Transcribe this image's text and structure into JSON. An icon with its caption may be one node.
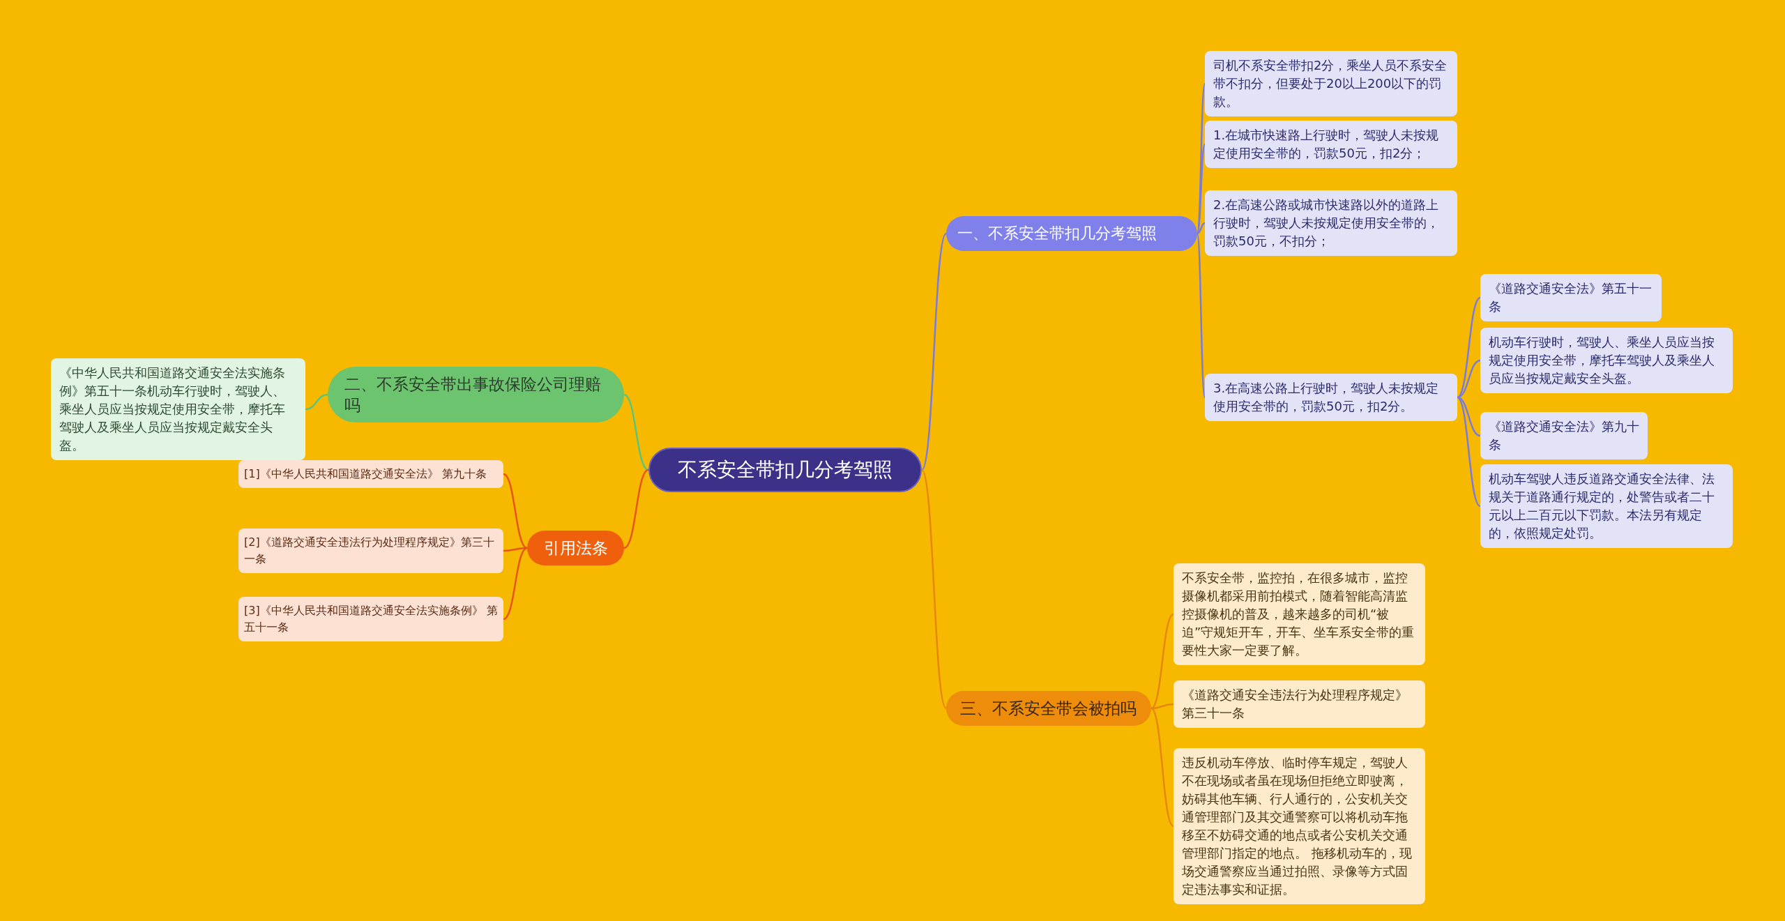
{
  "diagram": {
    "nodes": [
      {
        "text": [
          "不系安全带扣几分考驾照"
        ]
      },
      {
        "text": [
          "一、不系安全带扣几分考驾照"
        ]
      },
      {
        "text": [
          "司机不系安全带扣2分，乘坐人员不系安全带不扣分，但要处于20以上200以下的罚款。"
        ]
      },
      {
        "text": [
          "1.在城市快速路上行驶时，驾驶人未按规定使用安全带的，罚款50元，扣2分；"
        ]
      },
      {
        "text": [
          "2.在高速公路或城市快速路以外的道路上行驶时，驾驶人未按规定使用安全带的，罚款50元，不扣分；"
        ]
      },
      {
        "text": [
          "3.在高速公路上行驶时，驾驶人未按规定使用安全带的，罚款50元，扣2分。"
        ]
      },
      {
        "text": [
          "《道路交通安全法》第五十一条"
        ]
      },
      {
        "text": [
          "机动车行驶时，驾驶人、乘坐人员应当按规定使用安全带，摩托车驾驶人及乘坐人员应当按规定戴安全头盔。"
        ]
      },
      {
        "text": [
          "《道路交通安全法》第九十条"
        ]
      },
      {
        "text": [
          "机动车驾驶人违反道路交通安全法律、法规关于道路通行规定的，处警告或者二十元以上二百元以下罚款。本法另有规定的，依照规定处罚。"
        ]
      },
      {
        "text": [
          "二、不系安全带出事故保险公司理赔吗"
        ]
      },
      {
        "text": [
          "《中华人民共和国道路交通安全法实施条例》第五十一条机动车行驶时，驾驶人、乘坐人员应当按规定使用安全带，摩托车驾驶人及乘坐人员应当按规定戴安全头盔。"
        ]
      },
      {
        "text": [
          "引用法条"
        ]
      },
      {
        "text": [
          "[1]《中华人民共和国道路交通安全法》 第九十条"
        ]
      },
      {
        "text": [
          "[2]《道路交通安全违法行为处理程序规定》第三十一条"
        ]
      },
      {
        "text": [
          "[3]《中华人民共和国道路交通安全法实施条例》 第五十一条"
        ]
      },
      {
        "text": [
          "三、不系安全带会被拍吗"
        ]
      },
      {
        "text": [
          "不系安全带，监控拍，在很多城市，监控摄像机都采用前拍模式，随着智能高清监控摄像机的普及，越来越多的司机“被迫”守规矩开车，开车、坐车系安全带的重要性大家一定要了解。"
        ]
      },
      {
        "text": [
          "《道路交通安全违法行为处理程序规定》第三十一条"
        ]
      },
      {
        "text": [
          "违反机动车停放、临时停车规定，驾驶人不在现场或者虽在现场但拒绝立即驶离，妨碍其他车辆、行人通行的，公安机关交通管理部门及其交通警察可以将机动车拖移至不妨碍交通的地点或者公安机关交通管理部门指定的地点。 拖移机动车的，现场交通警察应当通过拍照、录像等方式固定违法事实和证据。"
        ]
      }
    ],
    "edges": [
      {
        "from": 0,
        "to": 1,
        "arrow": "none"
      },
      {
        "from": 1,
        "to": 2,
        "arrow": "none"
      },
      {
        "from": 1,
        "to": 3,
        "arrow": "none"
      },
      {
        "from": 1,
        "to": 4,
        "arrow": "none"
      },
      {
        "from": 1,
        "to": 5,
        "arrow": "none"
      },
      {
        "from": 5,
        "to": 6,
        "arrow": "none"
      },
      {
        "from": 5,
        "to": 7,
        "arrow": "none"
      },
      {
        "from": 5,
        "to": 8,
        "arrow": "none"
      },
      {
        "from": 5,
        "to": 9,
        "arrow": "none"
      },
      {
        "from": 0,
        "to": 10,
        "arrow": "none",
        "color": "#5cc47a"
      },
      {
        "from": 10,
        "to": 11,
        "arrow": "none",
        "color": "#5cc47a"
      },
      {
        "from": 0,
        "to": 12,
        "arrow": "none",
        "color": "#e8541a"
      },
      {
        "from": 12,
        "to": 13,
        "arrow": "none",
        "color": "#e8541a"
      },
      {
        "from": 12,
        "to": 14,
        "arrow": "none",
        "color": "#e8541a"
      },
      {
        "from": 12,
        "to": 15,
        "arrow": "none",
        "color": "#e8541a"
      },
      {
        "from": 0,
        "to": 16,
        "arrow": "none",
        "color": "#e8860e"
      },
      {
        "from": 16,
        "to": 17,
        "arrow": "none",
        "color": "#e8860e"
      },
      {
        "from": 16,
        "to": 18,
        "arrow": "none",
        "color": "#e8860e"
      },
      {
        "from": 16,
        "to": 19,
        "arrow": "none",
        "color": "#e8860e"
      }
    ]
  }
}
